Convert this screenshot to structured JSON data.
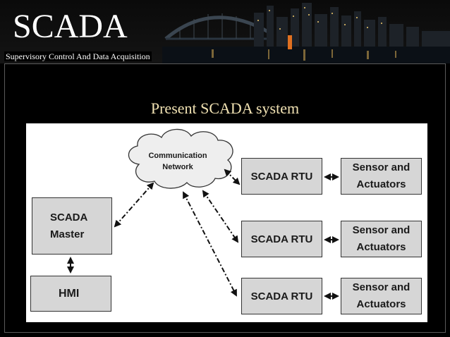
{
  "header": {
    "title": "SCADA",
    "subtitle": "Supervisory Control And Data Acquisition"
  },
  "slide": {
    "title": "Present  SCADA  system"
  },
  "diagram": {
    "network": "Communication\nNetwork",
    "master": "SCADA\nMaster",
    "hmi": "HMI",
    "rtus": [
      {
        "label": "SCADA RTU",
        "device": "Sensor and\nActuators"
      },
      {
        "label": "SCADA RTU",
        "device": "Sensor and\nActuators"
      },
      {
        "label": "SCADA RTU",
        "device": "Sensor and\nActuators"
      }
    ]
  },
  "colors": {
    "background": "#000000",
    "title_text": "#f1e2b3",
    "box_fill": "#d6d6d6",
    "diagram_background": "#ffffff"
  }
}
